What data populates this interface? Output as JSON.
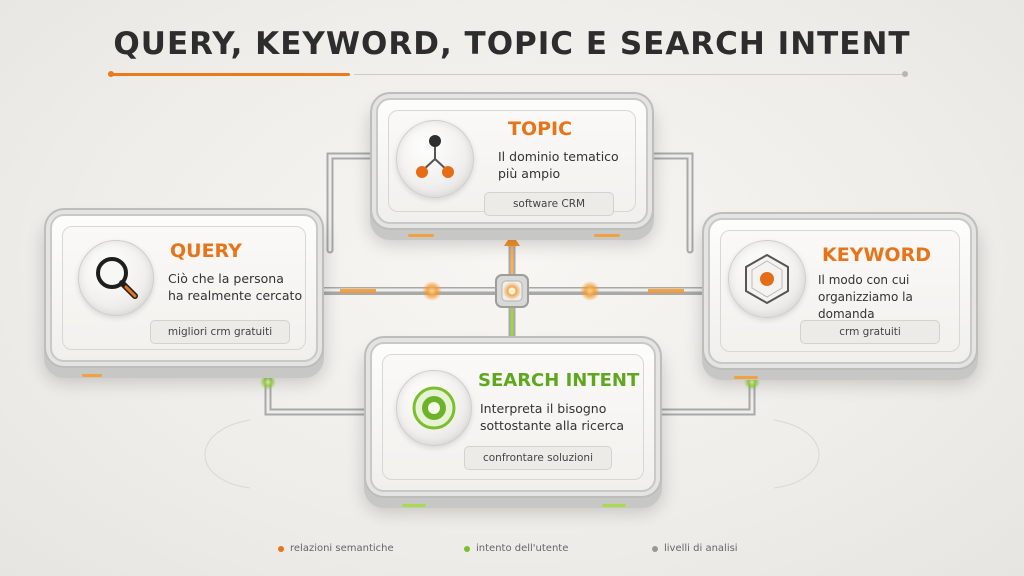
{
  "title": "QUERY, KEYWORD, TOPIC E SEARCH INTENT",
  "colors": {
    "accent_orange": "#e8741a",
    "accent_green": "#5fa81e",
    "grey": "#9a9893",
    "text_dark": "#2d2d2d"
  },
  "cards": {
    "topic": {
      "heading": "TOPIC",
      "line1": "Il dominio tematico",
      "line2": "più ampio",
      "example": "software CRM",
      "icon": "molecule-icon"
    },
    "query": {
      "heading": "QUERY",
      "line1": "Ciò che la persona",
      "line2": "ha realmente cercato",
      "example": "migliori crm gratuiti",
      "icon": "magnifier-icon"
    },
    "keyword": {
      "heading": "KEYWORD",
      "line1": "Il modo con cui",
      "line2": "organizziamo la domanda",
      "example": "crm gratuiti",
      "icon": "hexagon-node-icon"
    },
    "search_intent": {
      "heading": "SEARCH INTENT",
      "line1": "Interpreta il bisogno",
      "line2": "sottostante alla ricerca",
      "example": "confrontare soluzioni",
      "icon": "target-icon"
    }
  },
  "legend": [
    {
      "label": "relazioni semantiche",
      "color": "#e8741a"
    },
    {
      "label": "intento dell'utente",
      "color": "#7cbf2a"
    },
    {
      "label": "livelli di analisi",
      "color": "#9a9893"
    }
  ]
}
